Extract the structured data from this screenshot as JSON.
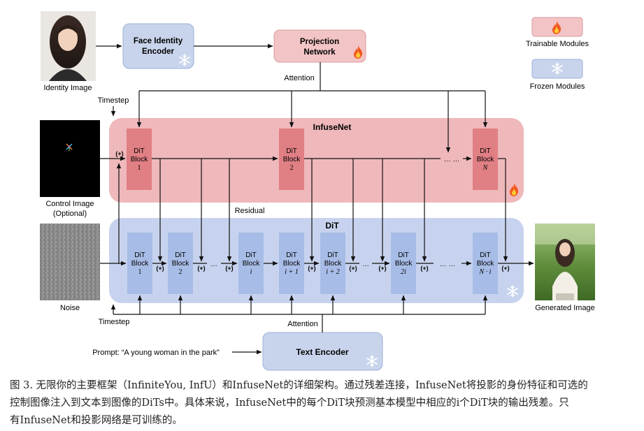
{
  "inputs": {
    "identity_label": "Identity Image",
    "control_label_1": "Control Image",
    "control_label_2": "(Optional)",
    "noise_label": "Noise",
    "generated_label": "Generated Image"
  },
  "modules": {
    "face_identity_1": "Face Identity",
    "face_identity_2": "Encoder",
    "projection_1": "Projection",
    "projection_2": "Network",
    "text_encoder": "Text Encoder",
    "infusenet_title": "InfuseNet",
    "dit_title": "DiT"
  },
  "legend": {
    "trainable": "Trainable Modules",
    "frozen": "Frozen Modules"
  },
  "labels": {
    "attention_top": "Attention",
    "attention_bottom": "Attention",
    "timestep_top": "Timestep",
    "timestep_bottom": "Timestep",
    "residual": "Residual",
    "prompt": "Prompt: “A young woman in the park”",
    "plus": "(+)",
    "dots": "… …",
    "dots_short": "…"
  },
  "infusenet_blocks": [
    {
      "line1": "DiT",
      "line2": "Block",
      "idx": "1"
    },
    {
      "line1": "DiT",
      "line2": "Block",
      "idx": "2"
    },
    {
      "line1": "DiT",
      "line2": "Block",
      "idx": "N"
    }
  ],
  "dit_blocks": [
    {
      "line1": "DiT",
      "line2": "Block",
      "idx": "1"
    },
    {
      "line1": "DiT",
      "line2": "Block",
      "idx": "2"
    },
    {
      "line1": "DiT",
      "line2": "Block",
      "idx": "i"
    },
    {
      "line1": "DiT",
      "line2": "Block",
      "idx": "i + 1"
    },
    {
      "line1": "DiT",
      "line2": "Block",
      "idx": "i + 2"
    },
    {
      "line1": "DiT",
      "line2": "Block",
      "idx": "2i"
    },
    {
      "line1": "DiT",
      "line2": "Block",
      "idx": "N · i"
    }
  ],
  "caption": {
    "line1": "图 3.  无限你的主要框架（InfiniteYou, InfU）和InfuseNet的详细架构。通过残差连接，InfuseNet将投影的身份特征和可选的",
    "line2": "控制图像注入到文本到图像的DiTs中。具体来说，InfuseNet中的每个DiT块预测基本模型中相应的i个DiT块的输出残差。只",
    "line3": "有InfuseNet和投影网络是可训练的。"
  },
  "colors": {
    "trainable_fill": "#f2c4c6",
    "trainable_block": "#e07f84",
    "frozen_fill": "#c8d4ec",
    "frozen_block": "#a7bce6",
    "infusenet_region": "#efb8bb",
    "dit_region": "#c7d3ee"
  },
  "icons": {
    "trainable": "fire-icon",
    "frozen": "snowflake-icon"
  }
}
